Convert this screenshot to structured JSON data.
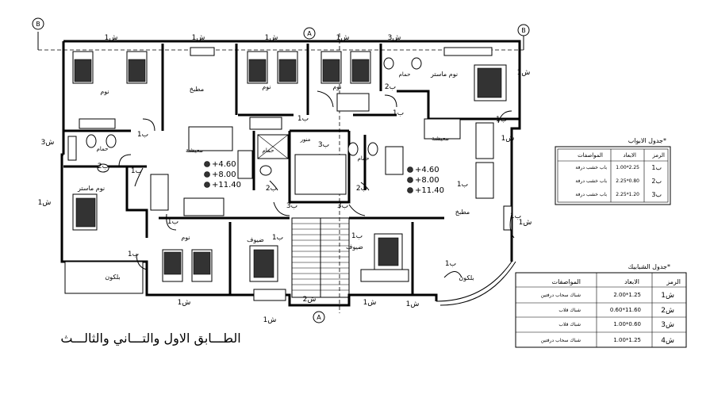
{
  "plan": {
    "title": "الطـــابق الاول والتـــاني والثالـــث",
    "section_markers": [
      "A",
      "A",
      "B",
      "B"
    ],
    "rooms": {
      "bedroom": "نوم",
      "kitchen": "مطبخ",
      "master_bedroom": "نوم ماستر",
      "bath": "حمام",
      "reception": "معيشة",
      "guests": "ضيوف",
      "balcony": "بلكون",
      "ventilation": "منور"
    },
    "window_tags": {
      "w1": "ش1",
      "w2": "ش2",
      "w3": "ش3"
    },
    "door_tags": {
      "d1": "ب1",
      "d2": "ب2",
      "d3": "ب3"
    },
    "levels": [
      "+4.60",
      "+8.00",
      "+11.40"
    ]
  },
  "doors_table": {
    "title": "جدول الابواب*",
    "headers": {
      "code": "الرمز",
      "dims": "الابعاد",
      "spec": "المواصفات"
    },
    "rows": [
      {
        "code": "ب1",
        "dims": "1.00*2.25",
        "spec": "باب خشب درفة"
      },
      {
        "code": "ب2",
        "dims": "2.25*0.80",
        "spec": "باب خشب درفة"
      },
      {
        "code": "ب3",
        "dims": "2.25*1.20",
        "spec": "باب خشب درفة"
      }
    ]
  },
  "windows_table": {
    "title": "جدول الشبابيك*",
    "headers": {
      "code": "الرمز",
      "dims": "الابعاد",
      "spec": "المواصفات"
    },
    "rows": [
      {
        "code": "ش1",
        "dims": "2.00*1.25",
        "spec": "شباك سحاب درفتين"
      },
      {
        "code": "ش2",
        "dims": "0.60*11.60",
        "spec": "شباك قلاب"
      },
      {
        "code": "ش3",
        "dims": "1.00*0.60",
        "spec": "شباك قلاب"
      },
      {
        "code": "ش4",
        "dims": "1.00*1.25",
        "spec": "شباك سحاب درفتين"
      }
    ]
  }
}
